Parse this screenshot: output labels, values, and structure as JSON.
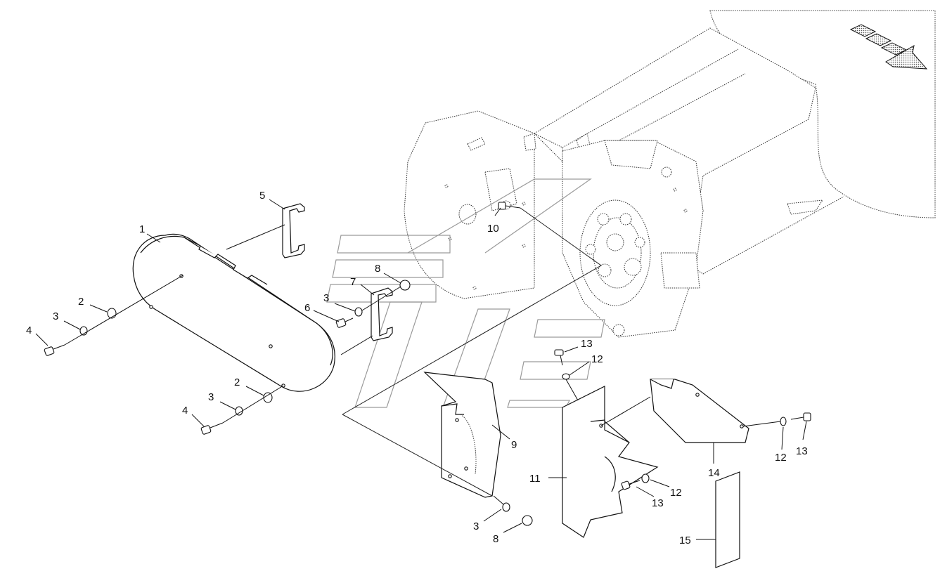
{
  "diagram": {
    "callouts": [
      "1",
      "2",
      "3",
      "4",
      "5",
      "6",
      "7",
      "8",
      "9",
      "10",
      "11",
      "12",
      "13",
      "14",
      "15"
    ],
    "labels": {
      "c1": "1",
      "c2a": "2",
      "c2b": "2",
      "c3a": "3",
      "c3b": "3",
      "c3c": "3",
      "c3d": "3",
      "c4a": "4",
      "c4b": "4",
      "c5": "5",
      "c6": "6",
      "c7": "7",
      "c8a": "8",
      "c8b": "8",
      "c9": "9",
      "c10": "10",
      "c11": "11",
      "c12a": "12",
      "c12b": "12",
      "c12c": "12",
      "c13a": "13",
      "c13b": "13",
      "c13c": "13",
      "c14": "14",
      "c15": "15"
    },
    "direction_icon": "travel-direction-arrow-icon",
    "watermark_icon": "dealer-logo-watermark"
  },
  "colors": {
    "line": "#111111",
    "ghost_line": "#333333",
    "watermark": "#9a9a9a",
    "arrow_fill": "#bdbdbd"
  }
}
